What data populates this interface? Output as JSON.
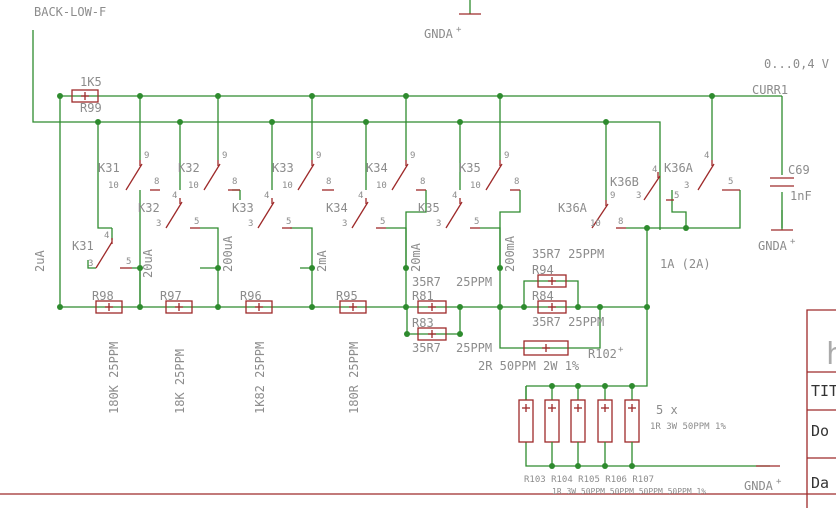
{
  "labels": {
    "back_low": "BACK-LOW-F",
    "gnda_top": "GNDA",
    "gnda_cap": "GNDA",
    "gnda_bottom": "GNDA",
    "volt": "0...0,4 V",
    "curr": "CURR1",
    "cap_name": "C69",
    "cap_val": "1nF",
    "ser_val": "1K5",
    "ser_name": "R99",
    "plus": "+",
    "k31": "K31",
    "k32": "K32",
    "k33": "K33",
    "k34": "K34",
    "k35": "K35",
    "k36a": "K36A",
    "k36b": "K36B",
    "pin10": "10",
    "pin9": "9",
    "pin8": "8",
    "pin4": "4",
    "pin3": "3",
    "pin5": "5",
    "range_2ua": "2uA",
    "range_20ua": "20uA",
    "range_200ua": "200uA",
    "range_2ma": "2mA",
    "range_20ma": "20mA",
    "range_200ma": "200mA",
    "range_1a": "1A (2A)",
    "r98": "R98",
    "r97": "R97",
    "r96": "R96",
    "r95": "R95",
    "r81": "R81",
    "r83": "R83",
    "r84": "R84",
    "r94": "R94",
    "r102": "R102",
    "v180k": "180K 25PPM",
    "v18k": "18K 25PPM",
    "v1k82": "1K82 25PPM",
    "v180r": "180R 25PPM",
    "v35r7": "35R7",
    "v25ppm": "25PPM",
    "v35r7_25": "35R7 25PPM",
    "v2r": "2R 50PPM 2W 1%",
    "mult": "5 x",
    "v1r3w": "1R 3W 50PPM 1%",
    "bot_names": "R103 R104 R105 R106 R107",
    "bot_vals": "1R 3W 50PPM 50PPM 50PPM 50PPM 1%",
    "tb_tit": "TIT",
    "tb_do": "Do",
    "tb_da": "Da",
    "tb_letter": "h"
  }
}
